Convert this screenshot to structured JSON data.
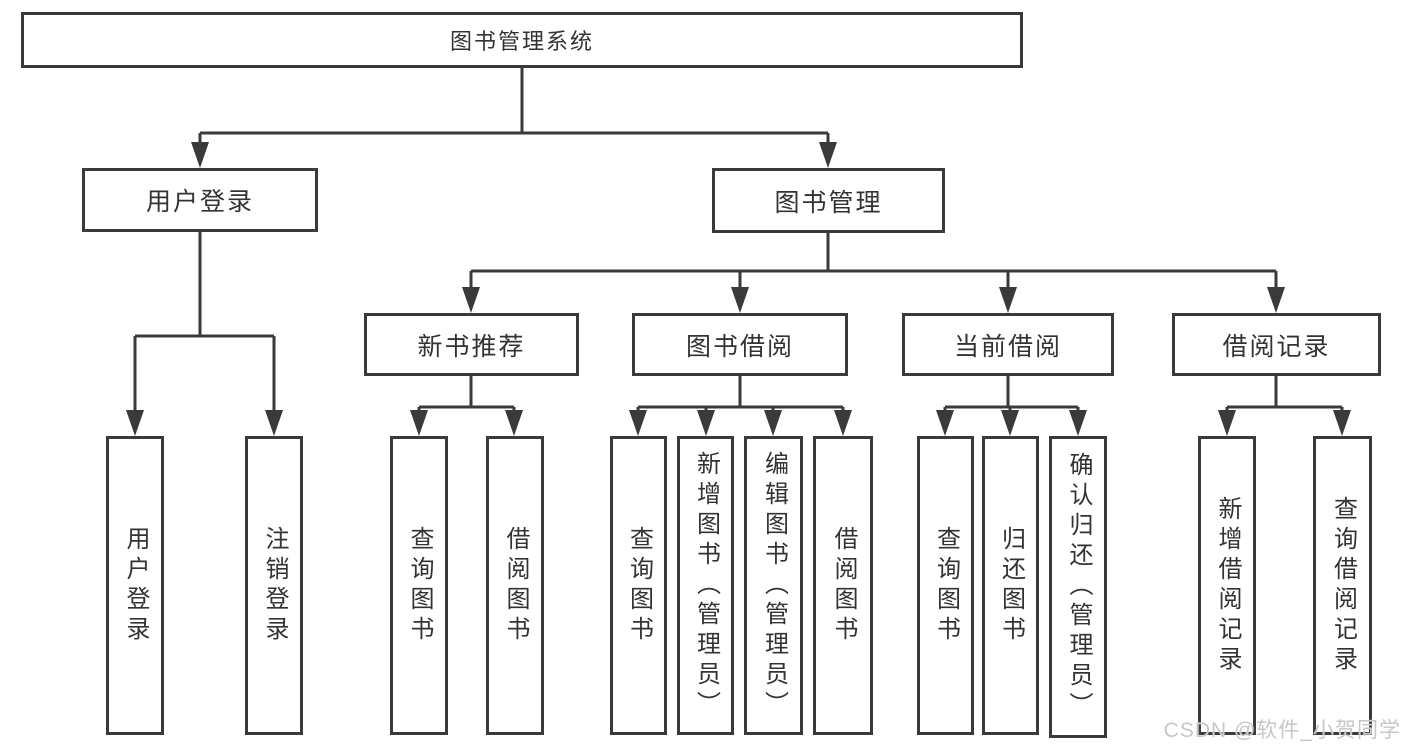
{
  "diagram": {
    "root": {
      "label": "图书管理系统"
    },
    "branches": [
      {
        "label": "用户登录",
        "children": [
          {
            "label": "用户登录"
          },
          {
            "label": "注销登录"
          }
        ]
      },
      {
        "label": "图书管理",
        "children": [
          {
            "label": "新书推荐",
            "children": [
              {
                "label": "查询图书"
              },
              {
                "label": "借阅图书"
              }
            ]
          },
          {
            "label": "图书借阅",
            "children": [
              {
                "label": "查询图书"
              },
              {
                "label": "新增图书（管理员）"
              },
              {
                "label": "编辑图书（管理员）"
              },
              {
                "label": "借阅图书"
              }
            ]
          },
          {
            "label": "当前借阅",
            "children": [
              {
                "label": "查询图书"
              },
              {
                "label": "归还图书"
              },
              {
                "label": "确认归还（管理员）"
              }
            ]
          },
          {
            "label": "借阅记录",
            "children": [
              {
                "label": "新增借阅记录"
              },
              {
                "label": "查询借阅记录"
              }
            ]
          }
        ]
      }
    ],
    "watermark": "CSDN @软件_小贺同学",
    "colors": {
      "line": "#3a3a3a",
      "text": "#333333",
      "background": "#ffffff",
      "watermark": "#c6c6cb"
    }
  }
}
